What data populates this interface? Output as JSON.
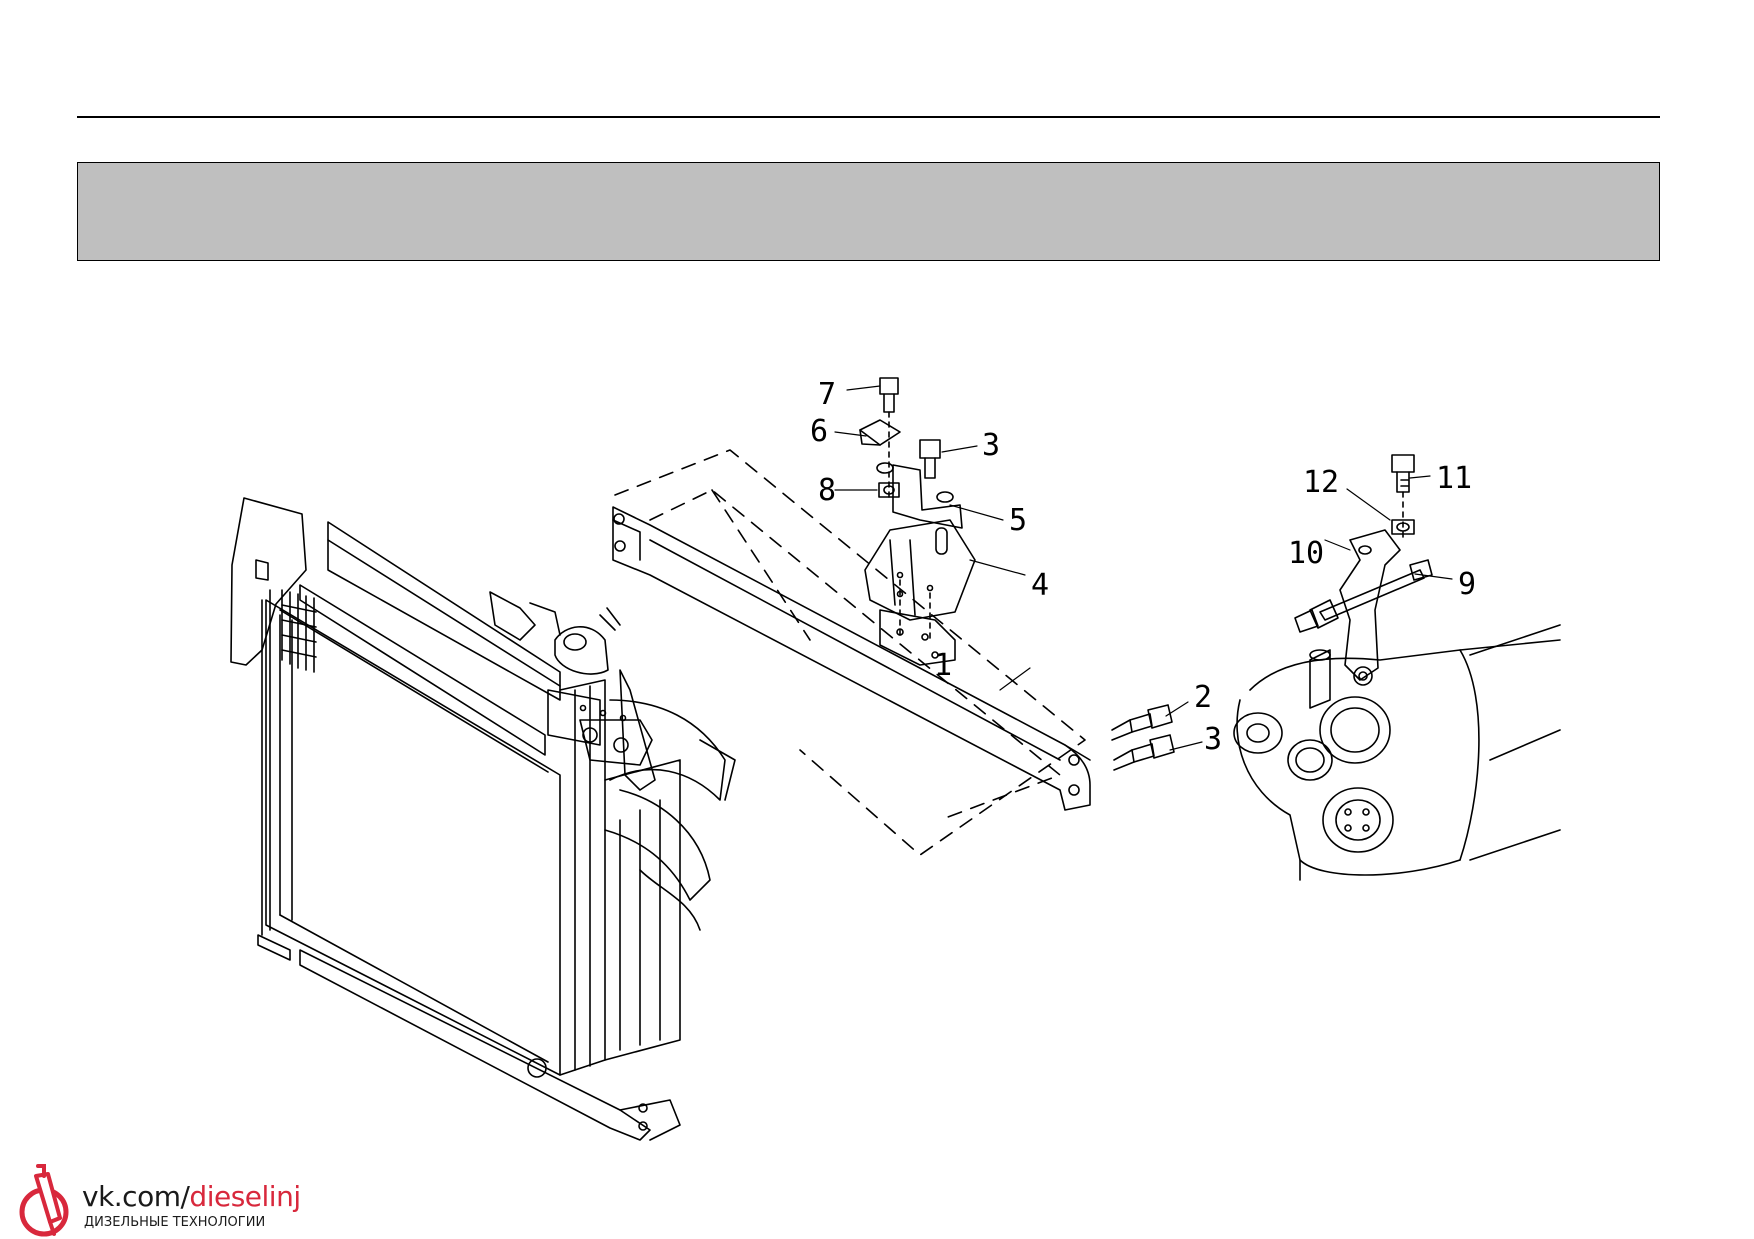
{
  "header": {
    "title": ""
  },
  "callouts": {
    "c1": "1",
    "c2": "2",
    "c3a": "3",
    "c3b": "3",
    "c4": "4",
    "c5": "5",
    "c6": "6",
    "c7": "7",
    "c8": "8",
    "c9": "9",
    "c10": "10",
    "c11": "11",
    "c12": "12"
  },
  "watermark": {
    "url_prefix": "vk.com/",
    "url_accent": "dieselinj",
    "tagline": "ДИЗЕЛЬНЫЕ ТЕХНОЛОГИИ"
  },
  "colors": {
    "line": "#000000",
    "band": "#bfbfbf",
    "logo_accent": "#d8283c"
  }
}
